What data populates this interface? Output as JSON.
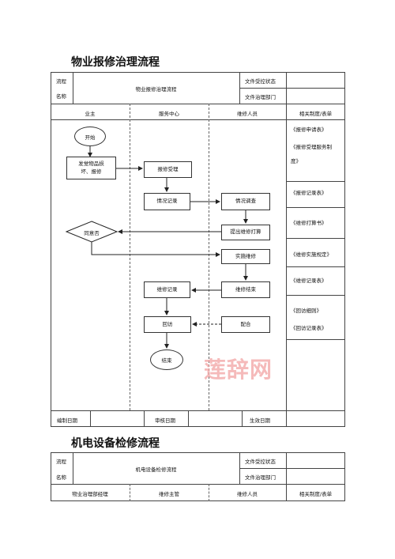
{
  "section1": {
    "title": "物业报修治理流程",
    "header": {
      "process_label_1": "流程",
      "process_label_2": "名称",
      "process_name": "物业报修治理流程",
      "file_status": "文件受控状态",
      "file_dept": "文件治理部门"
    },
    "lanes": [
      "业主",
      "服务中心",
      "维修人员",
      "相关制度/表单"
    ],
    "nodes": {
      "start": "开始",
      "report_line1": "发觉物品损",
      "report_line2": "坏、报修",
      "accept": "报修受理",
      "record": "情况记录",
      "survey": "情况调查",
      "quote": "提出维修打算",
      "agree": "同意否",
      "implement": "实施维修",
      "finish": "维修结束",
      "repair_record": "维修记录",
      "revisit": "回访",
      "cooperate": "配合",
      "end": "结束"
    },
    "rules": {
      "r1": "《报修申请表》",
      "r2a": "《报修受理服务制",
      "r2b": "度》",
      "r3": "《报修记录表》",
      "r4": "《维修打算书》",
      "r5": "《维修实施规定》",
      "r6": "《维修记录表》",
      "r7": "《回访细则》",
      "r8": "《回访记录表》"
    },
    "footer": {
      "prepare_date": "编制日期",
      "review_date": "审核日期",
      "effective_date": "生效日期"
    }
  },
  "watermark": "莲辞网",
  "section2": {
    "title": "机电设备检修流程",
    "header": {
      "process_label_1": "流程",
      "process_label_2": "名称",
      "process_name": "机电设备检修流程",
      "file_status": "文件受控状态",
      "file_dept": "文件治理部门"
    },
    "lanes": [
      "物业治理部经理",
      "维修主管",
      "维修人员",
      "相关制度/表单"
    ]
  }
}
